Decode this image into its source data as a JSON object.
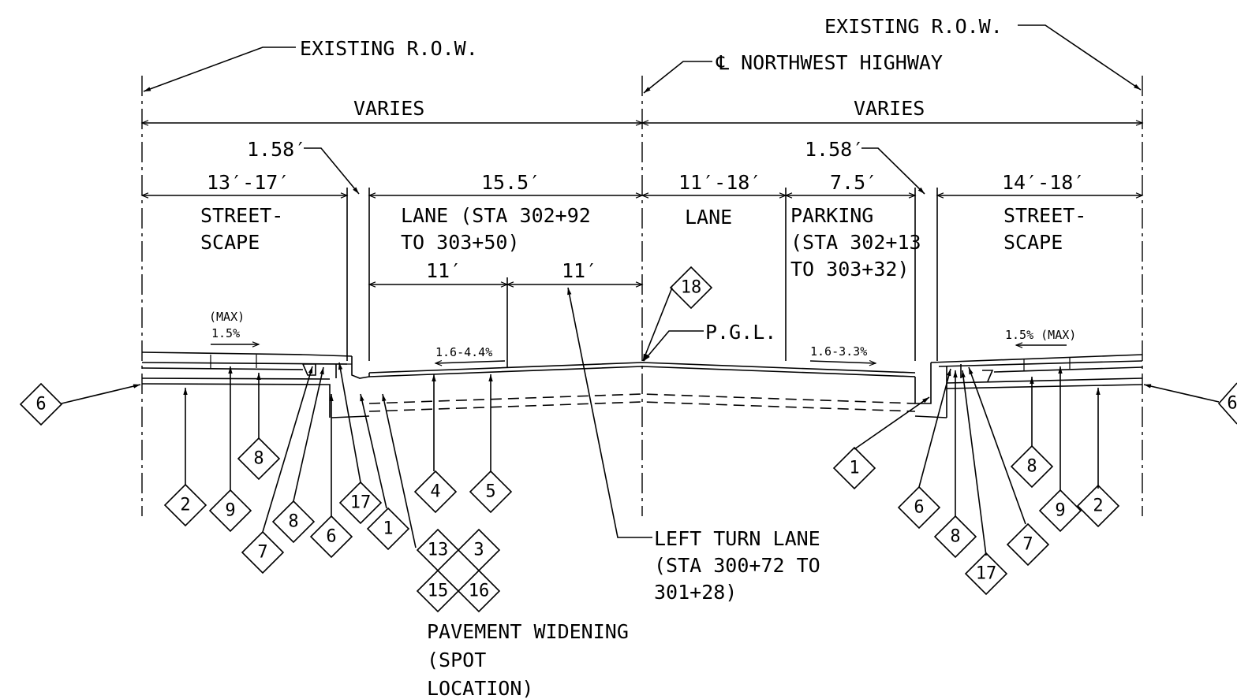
{
  "labels": {
    "row_left": "EXISTING R.O.W.",
    "row_right": "EXISTING R.O.W.",
    "centerline": "℄ NORTHWEST HIGHWAY",
    "varies_left": "VARIES",
    "varies_right": "VARIES",
    "gutter_left": "1.58′",
    "gutter_right": "1.58′",
    "dim_streetscape_left": "13′-17′",
    "dim_lane_left": "15.5′",
    "dim_lane_right": "11′-18′",
    "dim_parking": "7.5′",
    "dim_streetscape_right": "14′-18′",
    "dim_sub_1": "11′",
    "dim_sub_2": "11′",
    "streetscape_left_1": "STREET-",
    "streetscape_left_2": "SCAPE",
    "lane_left_1": "LANE (STA 302+92",
    "lane_left_2": "TO 303+50)",
    "lane_right": "LANE",
    "parking_1": "PARKING",
    "parking_2": "(STA 302+13",
    "parking_3": "TO 303+32)",
    "streetscape_right_1": "STREET-",
    "streetscape_right_2": "SCAPE",
    "max_left": "(MAX)",
    "slope_sidewalk_left": "1.5%",
    "slope_sidewalk_right": "1.5% (MAX)",
    "slope_lane_left": "1.6-4.4%",
    "slope_lane_right": "1.6-3.3%",
    "pgl": "P.G.L.",
    "left_turn_1": "LEFT TURN LANE",
    "left_turn_2": "(STA 300+72 TO",
    "left_turn_3": "301+28)",
    "widening_1": "PAVEMENT WIDENING",
    "widening_2": "(SPOT",
    "widening_3": "LOCATION)"
  },
  "callouts": {
    "c6_left": "6",
    "c2_left": "2",
    "c9_left": "9",
    "c8_left_a": "8",
    "c7_left": "7",
    "c8_left_b": "8",
    "c6_left_b": "6",
    "c17_left": "17",
    "c1_left": "1",
    "c13": "13",
    "c3": "3",
    "c15": "15",
    "c16": "16",
    "c4": "4",
    "c5": "5",
    "c18": "18",
    "c1_right": "1",
    "c6_right": "6",
    "c8_right_a": "8",
    "c17_right": "17",
    "c7_right": "7",
    "c8_right_b": "8",
    "c9_right": "9",
    "c2_right": "2",
    "c6_right_edge": "6"
  }
}
